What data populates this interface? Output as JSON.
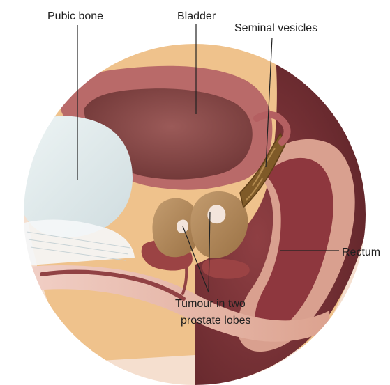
{
  "labels": {
    "pubic_bone": "Pubic bone",
    "bladder": "Bladder",
    "seminal_vesicles": "Seminal vesicles",
    "rectum": "Rectum",
    "tumour_line1": "Tumour in two",
    "tumour_line2": "prostate lobes"
  },
  "colors": {
    "background": "#ffffff",
    "bone": "#dfe8ea",
    "bladder_wall": "#b86a69",
    "bladder_lumen": "#8c4e4d",
    "fat": "#efc58f",
    "prostate": "#b48a5b",
    "rectum_dark": "#7b2f34",
    "rectum_light": "#d69a8d",
    "skin": "#e8b4a4",
    "tumour": "#f2e3da"
  },
  "icons": {
    "tumour_marker": "tumour-marker-icon"
  }
}
